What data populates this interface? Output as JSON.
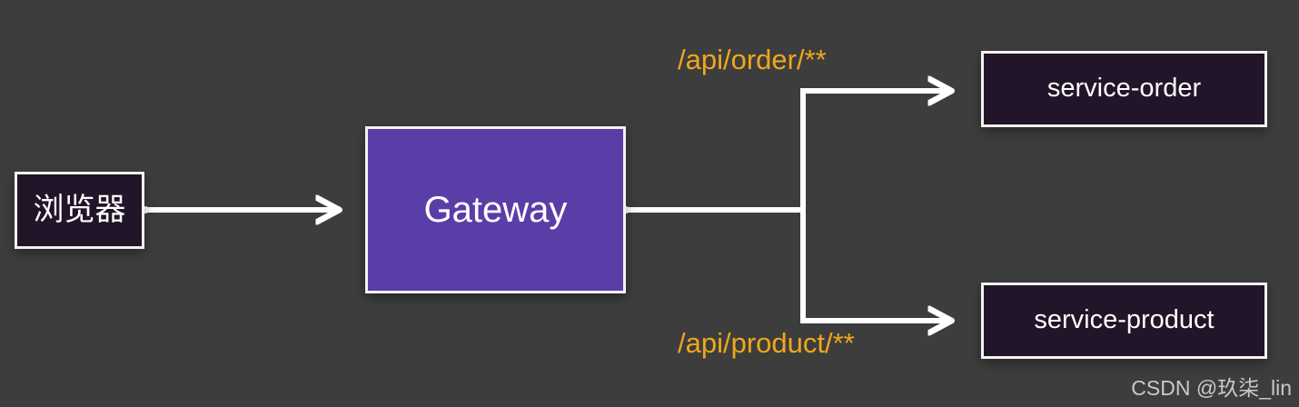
{
  "diagram": {
    "title": "gateway-routing-diagram",
    "nodes": {
      "browser": {
        "label": "浏览器"
      },
      "gateway": {
        "label": "Gateway"
      },
      "order": {
        "label": "service-order"
      },
      "product": {
        "label": "service-product"
      }
    },
    "routes": {
      "order": {
        "label": "/api/order/**"
      },
      "product": {
        "label": "/api/product/**"
      }
    }
  },
  "watermark": {
    "text": "CSDN @玖柒_lin"
  },
  "colors": {
    "bg": "#3d3d3d",
    "node_dark": "#221529",
    "accent_purple": "#5b3da8",
    "connector": "#ffffff",
    "route_label": "#efa71c",
    "watermark": "#c9c9c9"
  }
}
